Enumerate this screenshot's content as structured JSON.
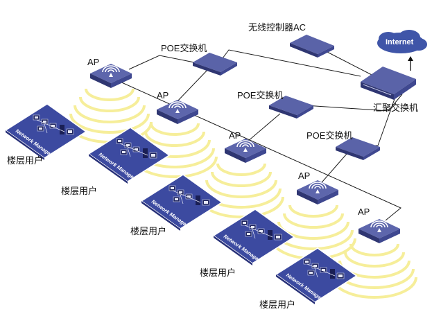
{
  "colors": {
    "device_top": "#5a63a8",
    "device_side": "#323a78",
    "pad_fill": "#3c4aa0",
    "wave": "#f6ee9a",
    "cloud": "#3f55a8",
    "link": "#1a1a1a"
  },
  "labels": {
    "wireless_controller": "无线控制器AC",
    "internet": "Internet",
    "aggregation_switch": "汇聚交换机",
    "poe_switch_1": "POE交换机",
    "poe_switch_2": "POE交换机",
    "poe_switch_3": "POE交换机",
    "ap_1": "AP",
    "ap_2": "AP",
    "ap_3": "AP",
    "ap_4": "AP",
    "ap_5": "AP",
    "floor_user_1": "楼层用户",
    "floor_user_2": "楼层用户",
    "floor_user_3": "楼层用户",
    "floor_user_4": "楼层用户",
    "floor_user_5": "楼层用户",
    "network_management": "Network Management"
  }
}
